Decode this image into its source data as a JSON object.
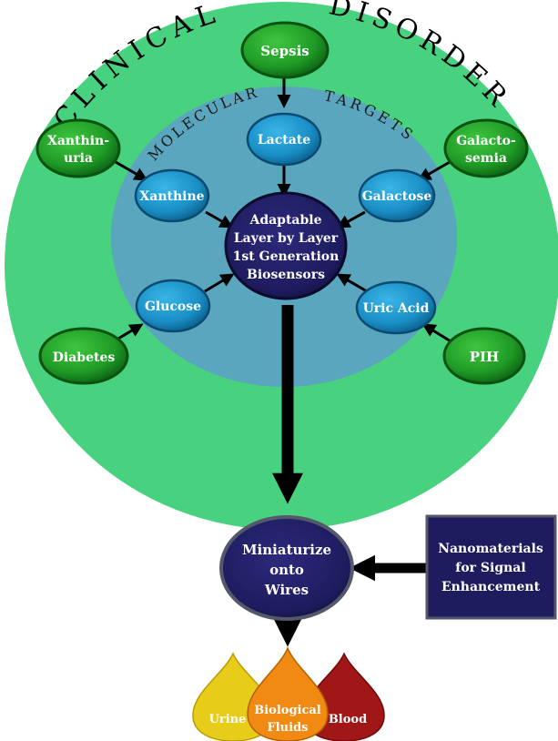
{
  "outer_ring": {
    "title_left": "CLINICAL",
    "title_right": "DISORDERS",
    "color": "#48d17e"
  },
  "inner_ring": {
    "title_left": "MOLECULAR",
    "title_right": "TARGETS",
    "color": "#5aa6bf"
  },
  "disorders": {
    "sepsis": "Sepsis",
    "xanthinuria_line1": "Xanthin-",
    "xanthinuria_line2": "uria",
    "galactosemia_line1": "Galacto-",
    "galactosemia_line2": "semia",
    "diabetes": "Diabetes",
    "pih": "PIH"
  },
  "targets": {
    "lactate": "Lactate",
    "xanthine": "Xanthine",
    "galactose": "Galactose",
    "glucose": "Glucose",
    "uric_acid": "Uric Acid"
  },
  "center": {
    "line1": "Adaptable",
    "line2": "Layer by Layer",
    "line3": "1st Generation",
    "line4": "Biosensors"
  },
  "miniaturize": {
    "line1": "Miniaturize",
    "line2": "onto",
    "line3": "Wires"
  },
  "nanomaterials": {
    "line1": "Nanomaterials",
    "line2": "for Signal",
    "line3": "Enhancement"
  },
  "fluids": {
    "urine": "Urine",
    "biological_line1": "Biological",
    "biological_line2": "Fluids",
    "blood": "Blood"
  },
  "colors": {
    "disorder_node": "#1f9a26",
    "target_node": "#1a8fc6",
    "core_node": "#1e1c5e",
    "urine": "#e8cc1a",
    "biological": "#f08a12",
    "blood": "#a11616"
  }
}
